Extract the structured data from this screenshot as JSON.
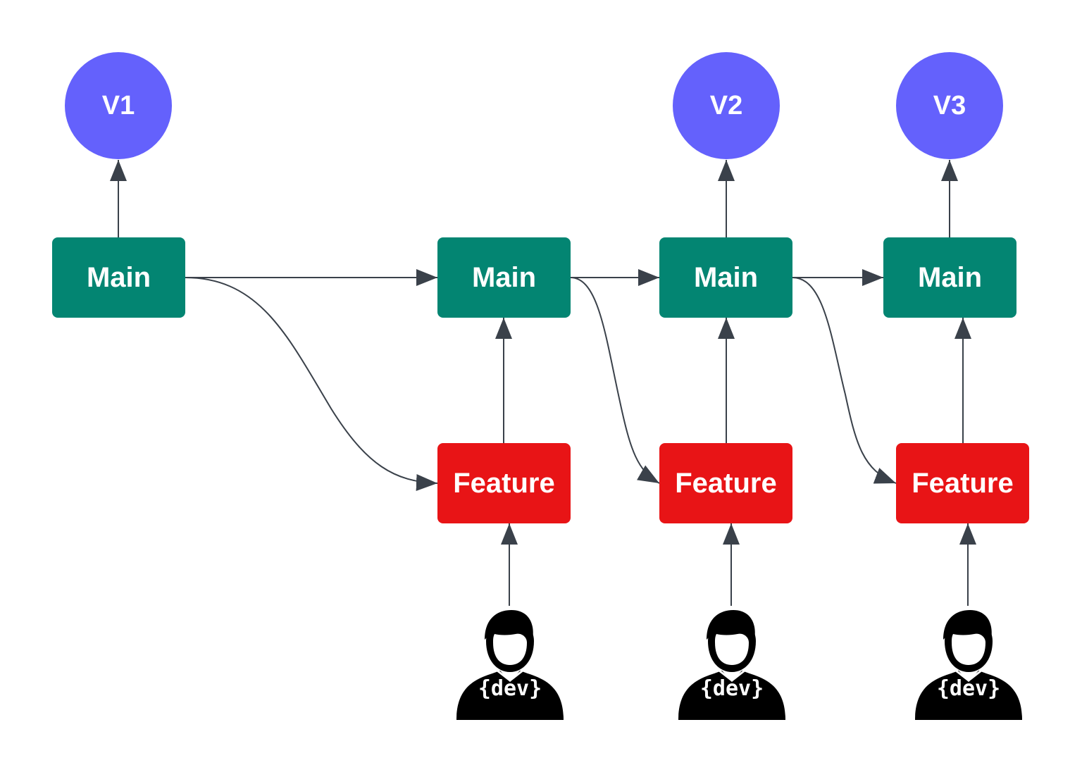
{
  "colors": {
    "version": "#6461fc",
    "main": "#038572",
    "feature": "#e81416",
    "connector": "#3a414a",
    "dev": "#000000"
  },
  "versions": [
    {
      "label": "V1"
    },
    {
      "label": "V2"
    },
    {
      "label": "V3"
    }
  ],
  "main_nodes": [
    {
      "label": "Main"
    },
    {
      "label": "Main"
    },
    {
      "label": "Main"
    },
    {
      "label": "Main"
    }
  ],
  "feature_nodes": [
    {
      "label": "Feature"
    },
    {
      "label": "Feature"
    },
    {
      "label": "Feature"
    }
  ],
  "developers": [
    {
      "icon": "developer-icon",
      "label": "{dev}"
    },
    {
      "icon": "developer-icon",
      "label": "{dev}"
    },
    {
      "icon": "developer-icon",
      "label": "{dev}"
    }
  ]
}
